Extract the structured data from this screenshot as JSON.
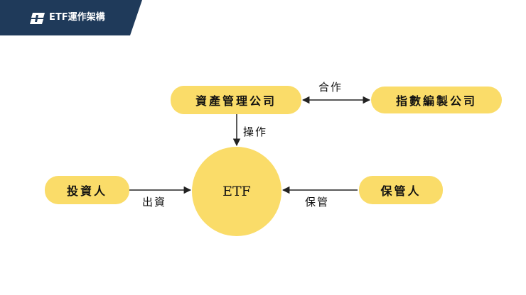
{
  "header": {
    "title": "ETF運作架構"
  },
  "nodes": {
    "asset_manager": "資產管理公司",
    "index_company": "指數編製公司",
    "investor": "投資人",
    "custodian": "保管人",
    "etf": "ETF"
  },
  "edges": {
    "cooperate": "合作",
    "operate": "操作",
    "invest": "出資",
    "custody": "保管"
  },
  "colors": {
    "node_fill": "#fadc69",
    "banner": "#1f3a5a",
    "arrow": "#222222"
  }
}
